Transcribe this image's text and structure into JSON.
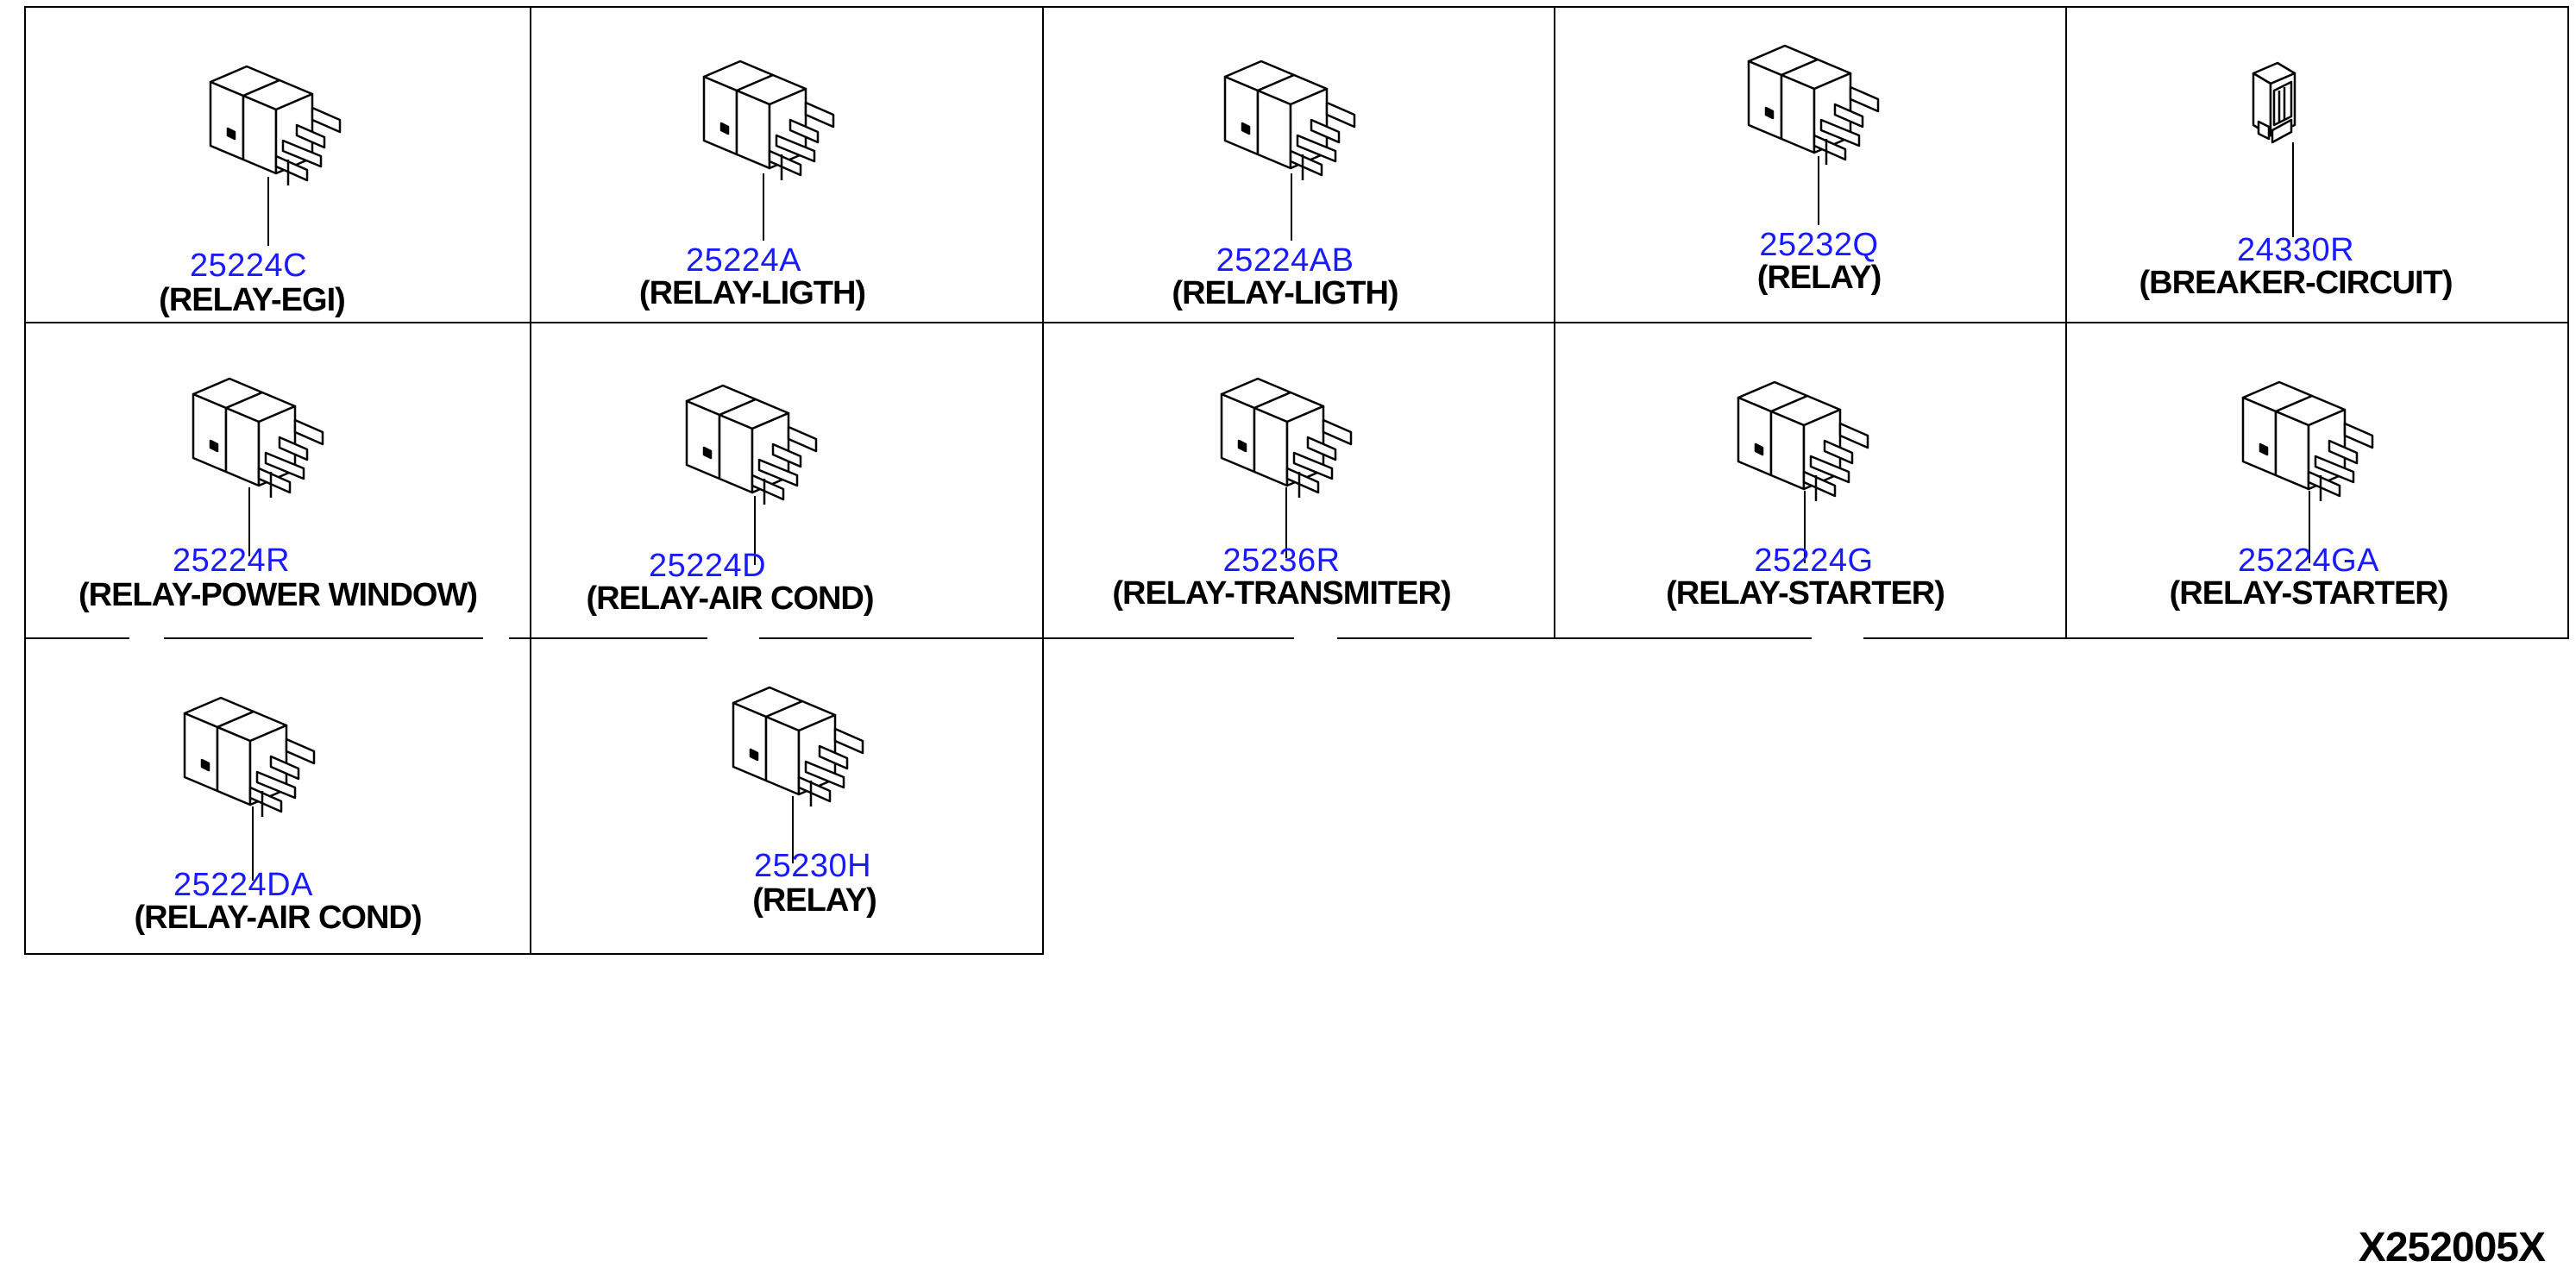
{
  "parts": [
    {
      "number": "25224C",
      "name": "(RELAY-EGI)",
      "icon": "relay-icon"
    },
    {
      "number": "25224A",
      "name": "(RELAY-LIGTH)",
      "icon": "relay-icon"
    },
    {
      "number": "25224AB",
      "name": "(RELAY-LIGTH)",
      "icon": "relay-icon"
    },
    {
      "number": "25232Q",
      "name": "(RELAY)",
      "icon": "relay-icon"
    },
    {
      "number": "24330R",
      "name": "(BREAKER-CIRCUIT)",
      "icon": "circuit-breaker-icon"
    },
    {
      "number": "25224R",
      "name": "(RELAY-POWER WINDOW)",
      "icon": "relay-icon"
    },
    {
      "number": "25224D",
      "name": "(RELAY-AIR COND)",
      "icon": "relay-icon"
    },
    {
      "number": "25236R",
      "name": "(RELAY-TRANSMITER)",
      "icon": "relay-icon"
    },
    {
      "number": "25224G",
      "name": "(RELAY-STARTER)",
      "icon": "relay-icon"
    },
    {
      "number": "25224GA",
      "name": "(RELAY-STARTER)",
      "icon": "relay-icon"
    },
    {
      "number": "25224DA",
      "name": "(RELAY-AIR COND)",
      "icon": "relay-icon"
    },
    {
      "number": "25230H",
      "name": "(RELAY)",
      "icon": "relay-icon"
    }
  ],
  "diagram_code": "X252005X",
  "colors": {
    "part_number": "#1a1aff",
    "part_name": "#000000",
    "lines": "#000000"
  }
}
